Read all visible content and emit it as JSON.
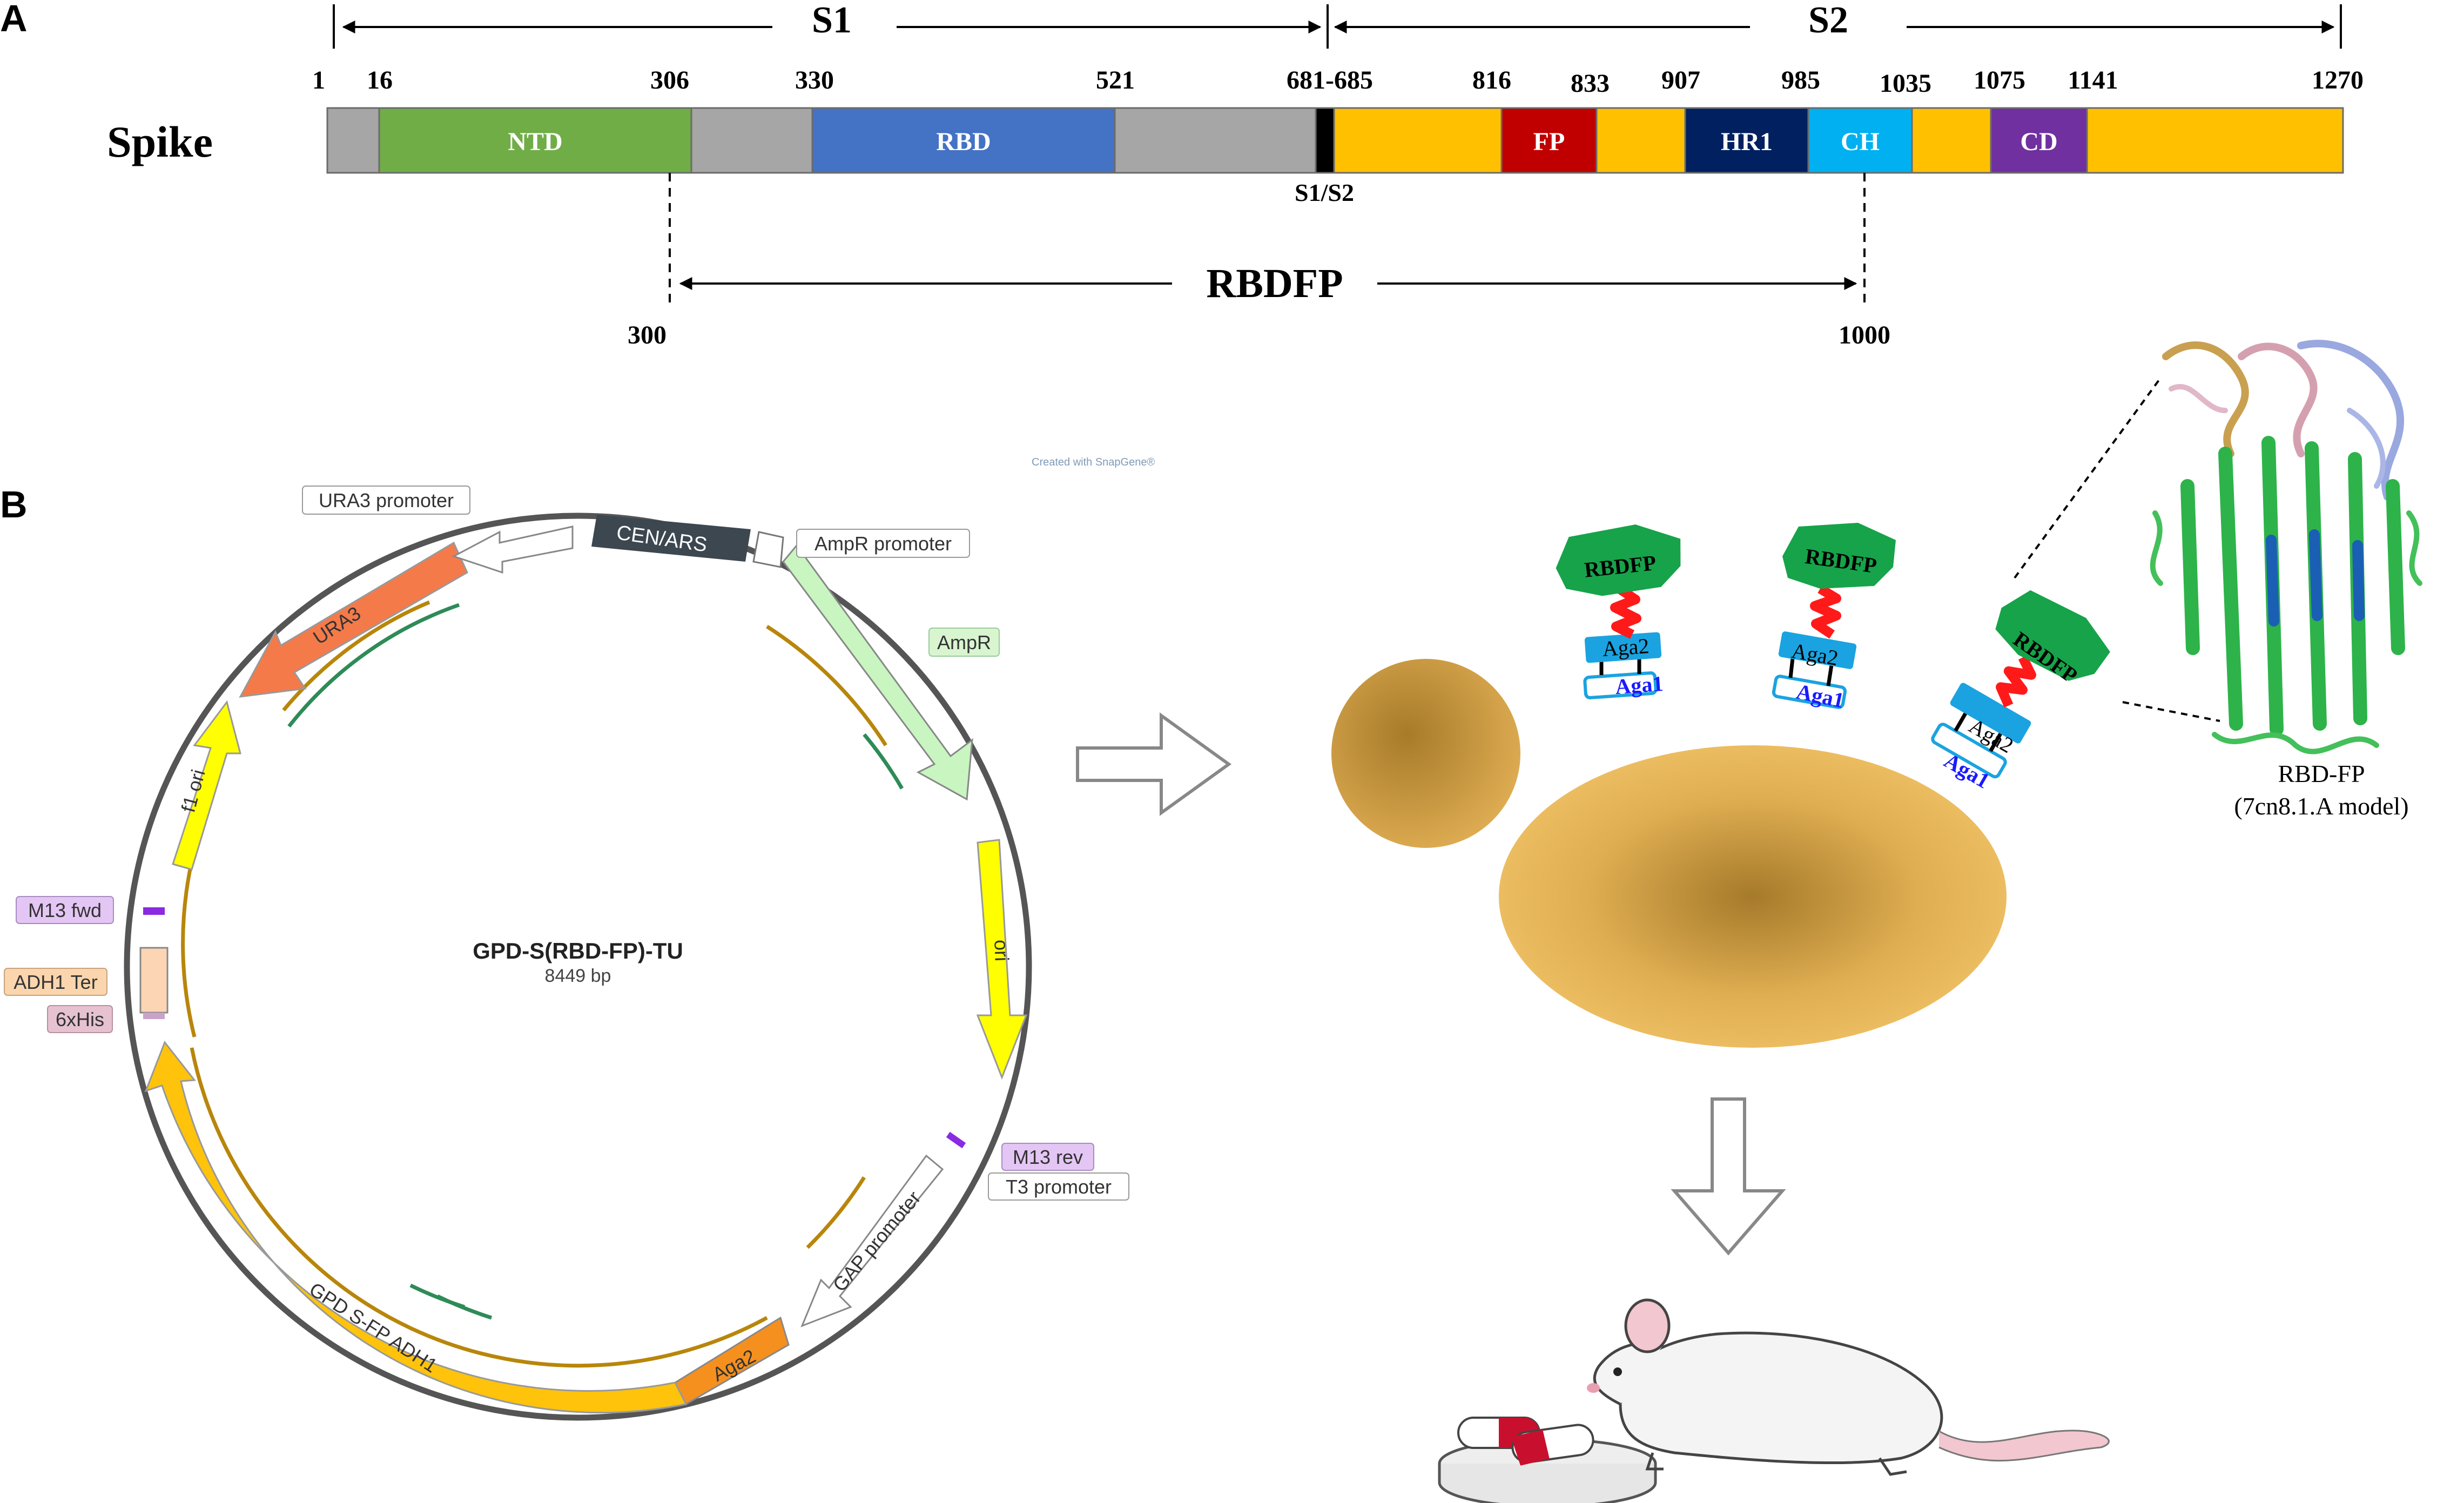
{
  "panels": {
    "a": "A",
    "b": "B"
  },
  "spike": {
    "label": "Spike",
    "s1": "S1",
    "s2": "S2",
    "s1s2": "S1/S2",
    "positions": {
      "p1": "1",
      "p16": "16",
      "p306": "306",
      "p330": "330",
      "p521": "521",
      "p681": "681-685",
      "p816": "816",
      "p833": "833",
      "p907": "907",
      "p985": "985",
      "p1035": "1035",
      "p1075": "1075",
      "p1141": "1141",
      "p1270": "1270"
    },
    "domains": {
      "ntd": "NTD",
      "rbd": "RBD",
      "fp": "FP",
      "hr1": "HR1",
      "ch": "CH",
      "cd": "CD"
    },
    "construct": {
      "label": "RBDFP",
      "start": "300",
      "end": "1000"
    }
  },
  "plasmid": {
    "name": "GPD-S(RBD-FP)-TU",
    "size": "8449 bp",
    "credit": "Created with SnapGene®",
    "features": {
      "ura3_promoter": "URA3 promoter",
      "cen_ars": "CEN/ARS",
      "ampr_promoter": "AmpR promoter",
      "ampr": "AmpR",
      "ura3": "URA3",
      "f1_ori": "f1 ori",
      "ori": "ori",
      "m13_fwd": "M13 fwd",
      "adh1_ter": "ADH1 Ter",
      "his6": "6xHis",
      "m13_rev": "M13 rev",
      "t3_promoter": "T3 promoter",
      "gap_promoter": "GAP promoter",
      "gpd": "GPD S-FP ADH1",
      "aga2": "Aga2"
    }
  },
  "yeast": {
    "rbdfp": "RBDFP",
    "aga2": "Aga2",
    "aga1": "Aga1"
  },
  "structure": {
    "line1": "RBD-FP",
    "line2": "(7cn8.1.A model)"
  },
  "colors": {
    "ntd": "#70ad47",
    "rbd": "#4472c4",
    "fp": "#c00000",
    "hr1": "#002060",
    "ch": "#00b0f0",
    "cd": "#7030a0",
    "spike_gray": "#a6a6a6",
    "spike_s2": "#ffc000",
    "green_head": "#16a34a",
    "aga2": "#1aa3e0"
  }
}
